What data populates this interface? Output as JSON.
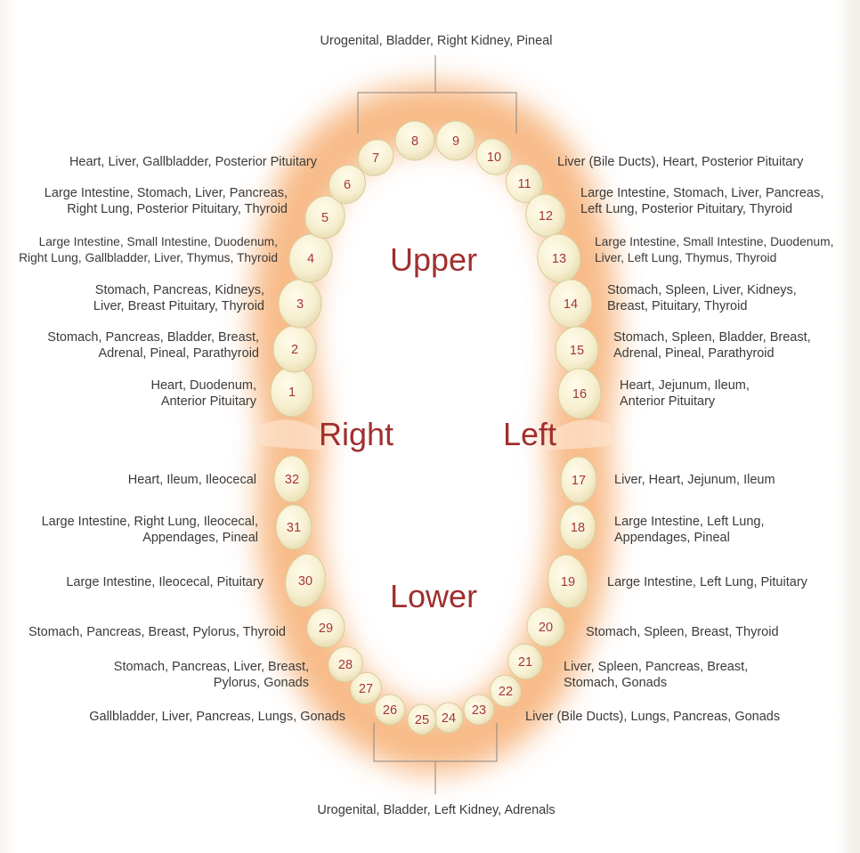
{
  "headings": {
    "upper": "Upper",
    "lower": "Lower",
    "right": "Right",
    "left": "Left"
  },
  "top_label": "Urogenital, Bladder, Right Kidney, Pineal",
  "bottom_label": "Urogenital, Bladder, Left Kidney, Adrenals",
  "teeth": [
    {
      "number": "1",
      "organs": "Heart, Duodenum,\nAnterior Pituitary"
    },
    {
      "number": "2",
      "organs": "Stomach, Pancreas, Bladder, Breast,\nAdrenal, Pineal, Parathyroid"
    },
    {
      "number": "3",
      "organs": "Stomach, Pancreas, Kidneys,\nLiver, Breast Pituitary, Thyroid"
    },
    {
      "number": "4",
      "organs": "Large Intestine, Small Intestine, Duodenum,\nRight Lung, Gallbladder, Liver, Thymus, Thyroid"
    },
    {
      "number": "5",
      "organs": "Large Intestine, Stomach, Liver, Pancreas,\nRight Lung, Posterior Pituitary, Thyroid"
    },
    {
      "number": "6",
      "organs": ""
    },
    {
      "number": "7",
      "organs": "Heart, Liver, Gallbladder, Posterior Pituitary"
    },
    {
      "number": "8",
      "organs": ""
    },
    {
      "number": "9",
      "organs": ""
    },
    {
      "number": "10",
      "organs": "Liver (Bile Ducts), Heart, Posterior Pituitary"
    },
    {
      "number": "11",
      "organs": ""
    },
    {
      "number": "12",
      "organs": "Large Intestine, Stomach, Liver, Pancreas,\nLeft Lung, Posterior Pituitary, Thyroid"
    },
    {
      "number": "13",
      "organs": "Large Intestine, Small Intestine, Duodenum,\nLiver, Left Lung, Thymus, Thyroid"
    },
    {
      "number": "14",
      "organs": "Stomach, Spleen, Liver, Kidneys,\nBreast, Pituitary, Thyroid"
    },
    {
      "number": "15",
      "organs": "Stomach, Spleen, Bladder, Breast,\nAdrenal, Pineal, Parathyroid"
    },
    {
      "number": "16",
      "organs": "Heart, Jejunum, Ileum,\nAnterior Pituitary"
    },
    {
      "number": "17",
      "organs": "Liver, Heart, Jejunum, Ileum"
    },
    {
      "number": "18",
      "organs": "Large Intestine, Left Lung,\nAppendages, Pineal"
    },
    {
      "number": "19",
      "organs": "Large Intestine, Left Lung, Pituitary"
    },
    {
      "number": "20",
      "organs": "Stomach, Spleen, Breast, Thyroid"
    },
    {
      "number": "21",
      "organs": "Liver, Spleen, Pancreas, Breast,\nStomach, Gonads"
    },
    {
      "number": "22",
      "organs": ""
    },
    {
      "number": "23",
      "organs": "Liver (Bile Ducts), Lungs, Pancreas, Gonads"
    },
    {
      "number": "24",
      "organs": ""
    },
    {
      "number": "25",
      "organs": ""
    },
    {
      "number": "26",
      "organs": "Gallbladder, Liver, Pancreas, Lungs, Gonads"
    },
    {
      "number": "27",
      "organs": ""
    },
    {
      "number": "28",
      "organs": "Stomach, Pancreas, Liver, Breast,\nPylorus, Gonads"
    },
    {
      "number": "29",
      "organs": "Stomach, Pancreas, Breast, Pylorus, Thyroid"
    },
    {
      "number": "30",
      "organs": "Large Intestine, Ileocecal, Pituitary"
    },
    {
      "number": "31",
      "organs": "Large Intestine, Right Lung, Ileocecal,\nAppendages, Pineal"
    },
    {
      "number": "32",
      "organs": "Heart, Ileum, Ileocecal"
    }
  ],
  "colors": {
    "glow": "#f6b27a",
    "tooth_fill": "#f7f1d6",
    "tooth_number": "#a5363b",
    "heading": "#a12f2f",
    "text": "#3d3a37",
    "bracket": "#8a8680"
  }
}
